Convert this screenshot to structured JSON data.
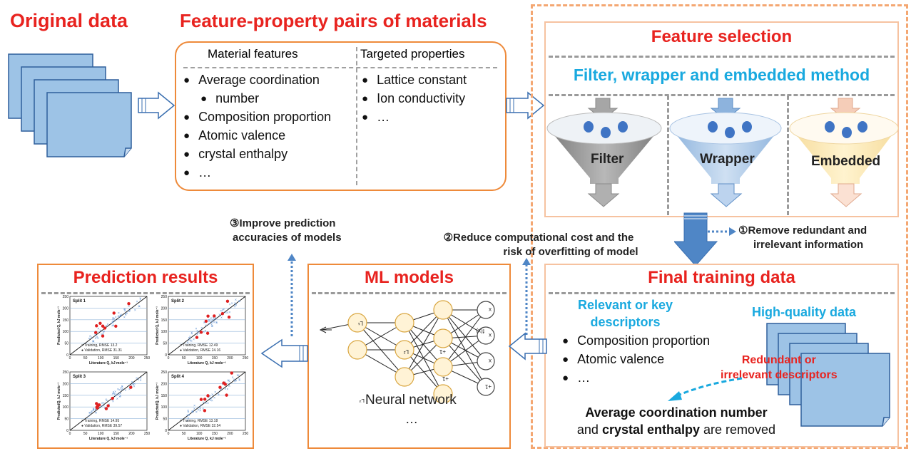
{
  "original": {
    "title": "Original data"
  },
  "pairs": {
    "title": "Feature-property pairs of materials",
    "col1_header": "Material features",
    "col2_header": "Targeted properties",
    "features": [
      "Average coordination",
      "number",
      "Composition proportion",
      "Atomic valence",
      "crystal enthalpy",
      "…"
    ],
    "properties": [
      "Lattice constant",
      "Ion conductivity",
      "…"
    ]
  },
  "selection": {
    "title": "Feature selection",
    "subtitle": "Filter, wrapper and embedded method",
    "funnels": [
      "Filter",
      "Wrapper",
      "Embedded"
    ]
  },
  "notes": {
    "n1_line1": "①Remove redundant and",
    "n1_line2": "irrelevant information",
    "n2_line1": "②Reduce computational cost and the",
    "n2_line2": "risk of overfitting of model",
    "n3_line1": "③Improve prediction",
    "n3_line2": "accuracies of  models"
  },
  "final": {
    "title": "Final training data",
    "relevant_line1": "Relevant or key",
    "relevant_line2": "descriptors",
    "hq": "High-quality data",
    "items": [
      "Composition proportion",
      "Atomic valence",
      "…"
    ],
    "redundant_line1": "Redundant or",
    "redundant_line2": "irrelevant descriptors",
    "removed_line1": "Average coordination number",
    "removed_and": "and ",
    "removed_bold": "crystal enthalpy",
    "removed_tail": "  are removed"
  },
  "ml": {
    "title": "ML models",
    "nn_label": "Neural network",
    "dots": "…",
    "mirrored": {
      "out": "f(x)ₖₖₖ",
      "l1": "Layer L¹",
      "l2": "Layer L²",
      "l3": "Layer L³",
      "plus1": "+1",
      "x": "x"
    }
  },
  "prediction": {
    "title": "Prediction results",
    "panels": [
      {
        "name": "Split 1",
        "train": "Training, RMSE 13.2",
        "val": "Validation, RMSE 31.31"
      },
      {
        "name": "Split 2",
        "train": "Training, RMSE 12.49",
        "val": "Validation, RMSE 24.16"
      },
      {
        "name": "Split 3",
        "train": "Training, RMSE 14.95",
        "val": "Validation, RMSE 39.57"
      },
      {
        "name": "Split 4",
        "train": "Training, RMSE 13.18",
        "val": "Validation, RMSE 32.54"
      }
    ],
    "ylabel": "Predicted Q, kJ mole⁻¹",
    "ylabel_alt": "PredictedQ, kJ mole⁻¹",
    "xlabel": "Literature Q, kJ mole⁻¹",
    "yticks": [
      "0",
      "50",
      "100",
      "150",
      "200",
      "250"
    ],
    "xticks": [
      "0",
      "50",
      "100",
      "150",
      "200",
      "250"
    ]
  },
  "colors": {
    "title_red": "#e8231f",
    "accent_blue": "#19a9df",
    "orange_border": "#ee8a3a",
    "peach_border": "#f6c2a0",
    "paper_blue": "#9dc3e6",
    "arrow_blue": "#4f86c6"
  }
}
